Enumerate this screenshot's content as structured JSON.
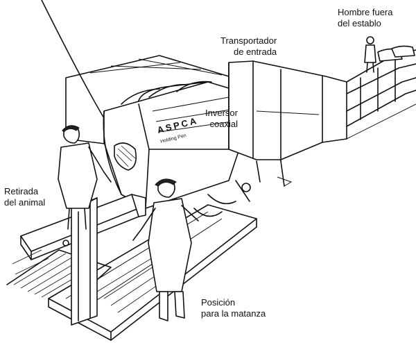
{
  "labels": {
    "hombre_fuera": [
      "Hombre fuera",
      "del establo"
    ],
    "transportador": [
      "Transportador",
      "de entrada"
    ],
    "inversor": [
      "Inversor",
      "coaxial"
    ],
    "retirada": [
      "Retirada",
      "del animal"
    ],
    "posicion": [
      "Posición",
      "para la matanza"
    ]
  },
  "drum_marking": [
    "ASPCA",
    "Holding Pen"
  ]
}
